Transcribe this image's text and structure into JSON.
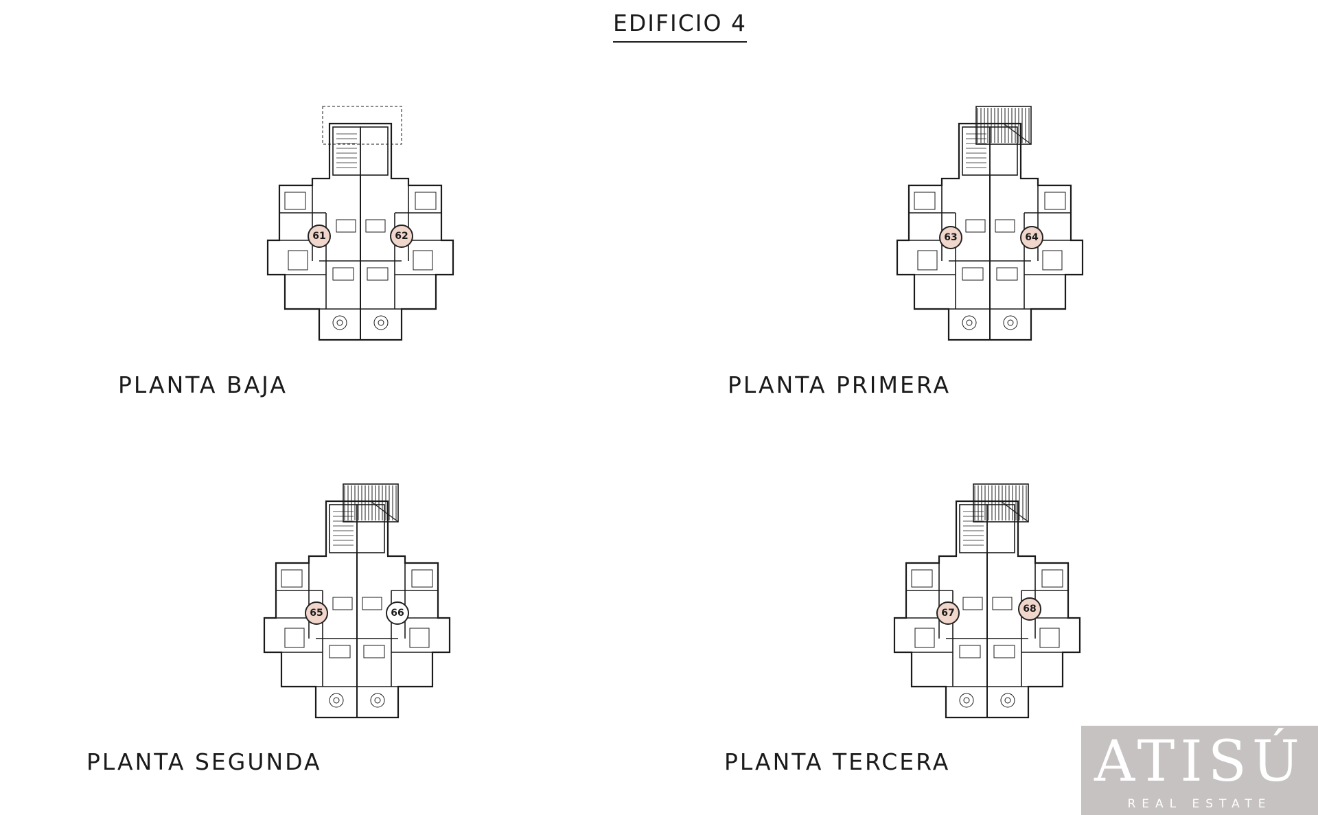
{
  "title": "EDIFICIO 4",
  "plans": [
    {
      "label": "PLANTA BAJA",
      "units": [
        "61",
        "62"
      ],
      "roof": "dashed"
    },
    {
      "label": "PLANTA PRIMERA",
      "units": [
        "63",
        "64"
      ],
      "roof": "hatched"
    },
    {
      "label": "PLANTA SEGUNDA",
      "units": [
        "65",
        "66"
      ],
      "roof": "hatched"
    },
    {
      "label": "PLANTA TERCERA",
      "units": [
        "67",
        "68"
      ],
      "roof": "hatched"
    }
  ],
  "watermark": {
    "brand": "ATISÚ",
    "subtitle": "REAL ESTATE"
  },
  "colors": {
    "ink": "#1a1a1a",
    "badge": "#f1d6cc",
    "watermark_bg": "#bebab8"
  }
}
